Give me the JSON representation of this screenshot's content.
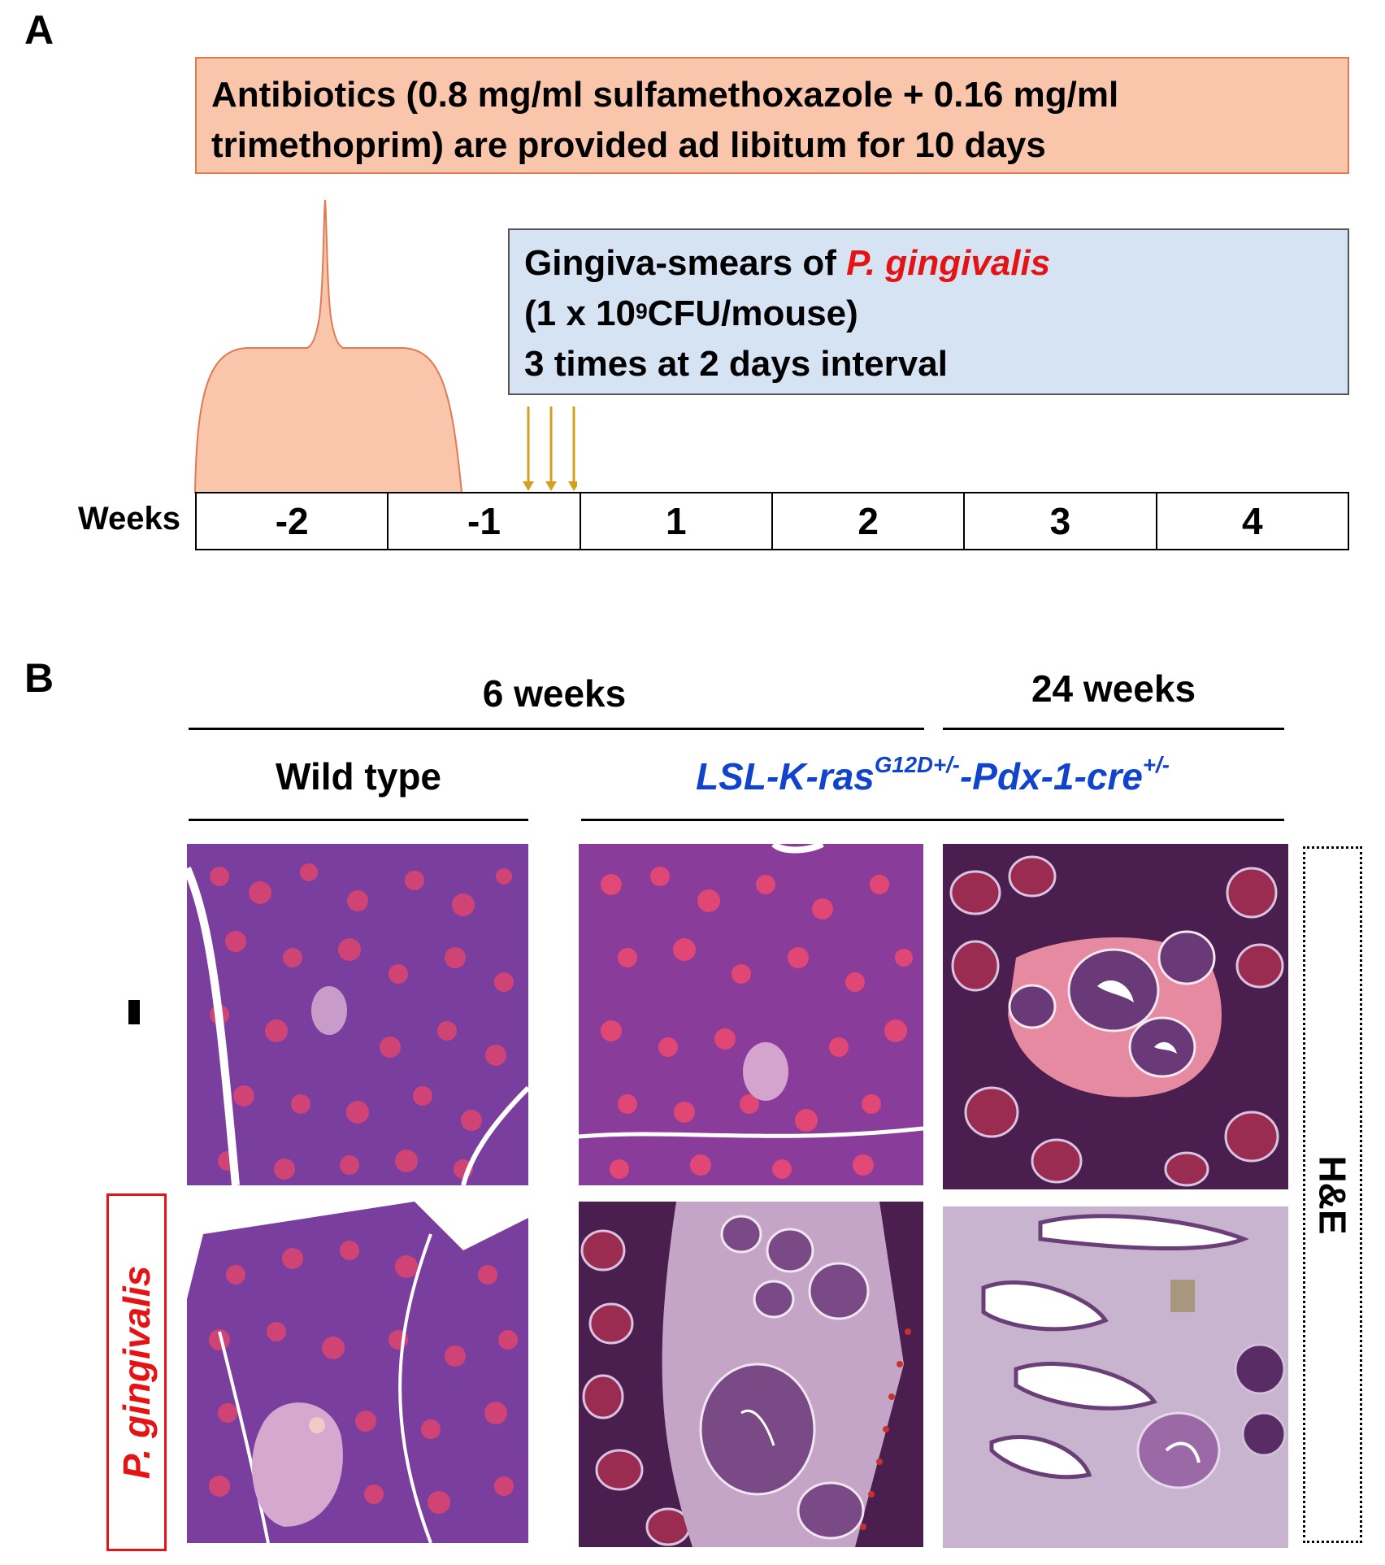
{
  "panel_a": {
    "letter": "A",
    "antibiotics_line1": "Antibiotics (0.8 mg/ml sulfamethoxazole + 0.16 mg/ml",
    "antibiotics_line2": "trimethoprim) are provided ad libitum for 10 days",
    "gingiva_prefix": "Gingiva-smears of ",
    "gingiva_species": "P. gingivalis",
    "dose_prefix": "(1 x 10",
    "dose_exponent": "9",
    "dose_suffix": "CFU/mouse)",
    "schedule": "3 times at 2 days interval",
    "weeks_label": "Weeks",
    "weeks": [
      "-2",
      "-1",
      "1",
      "2",
      "3",
      "4"
    ],
    "colors": {
      "antibiotic_fill": "#f9c6ab",
      "antibiotic_edge": "#e07a52",
      "gingiva_fill": "#d6e3f2",
      "arrow": "#d4a020"
    }
  },
  "panel_b": {
    "letter": "B",
    "header_6w": "6 weeks",
    "header_24w": "24 weeks",
    "wild_type": "Wild type",
    "genotype_base": "LSL-K-ras",
    "genotype_sup1": "G12D+/-",
    "genotype_mid": "-Pdx-1-cre",
    "genotype_sup2": "+/-",
    "row1_label": "-",
    "row2_label": "P. gingivalis",
    "stain_label": "H&E",
    "colors": {
      "genotype": "#1144cc",
      "pg": "#e41414"
    }
  }
}
